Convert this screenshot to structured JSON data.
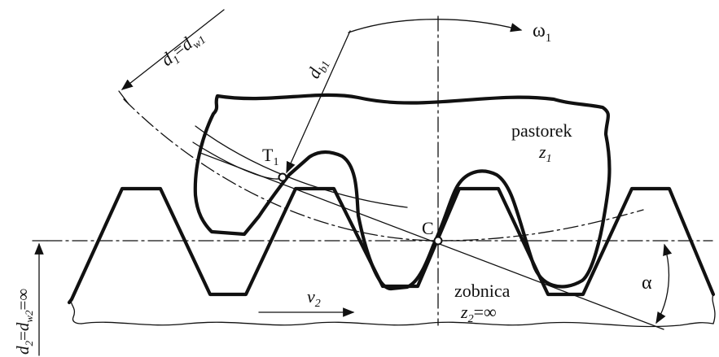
{
  "labels": {
    "d1": "d",
    "d1_sub": "1",
    "eq": "=",
    "dw1": "d",
    "dw1_sub": "w1",
    "db1": "d",
    "db1_sub": "b1",
    "omega": "ω",
    "omega_sub": "1",
    "T": "T",
    "T_sub": "1",
    "C": "C",
    "pastorek": "pastorek",
    "z1": "z",
    "z1_sub": "1",
    "zobnica": "zobnica",
    "z2": "z",
    "z2_sub": "2",
    "z2_val": "=∞",
    "v2": "v",
    "v2_sub": "2",
    "alpha": "α",
    "d2": "d",
    "d2_sub": "2",
    "eq2": "=",
    "dw2": "d",
    "dw2_sub": "w2",
    "inf": "=∞"
  },
  "colors": {
    "stroke": "#111111",
    "background": "#ffffff"
  }
}
